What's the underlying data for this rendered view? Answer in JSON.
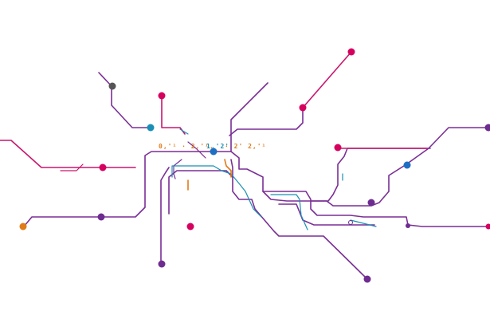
{
  "colors": {
    "purple": "#6e2c91",
    "magenta": "#d6005f",
    "rose": "#c8176e",
    "orange": "#e07b1a",
    "teal": "#1a8fb5",
    "blue": "#1e6fc4",
    "gray": "#555555"
  },
  "labels": {
    "left": "0,'¹ · 2,'¹.",
    "right_a": "1,'2'",
    "right_b": "· 2' 2,'¹"
  }
}
